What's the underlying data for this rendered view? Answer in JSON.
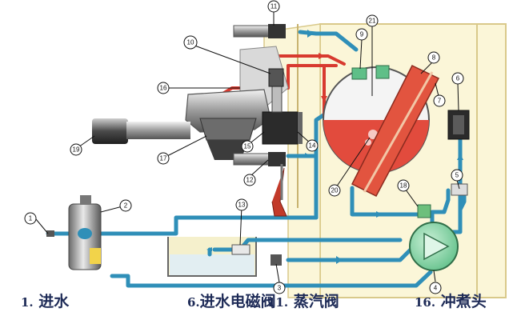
{
  "callouts": [
    "1",
    "2",
    "3",
    "4",
    "5",
    "6",
    "7",
    "8",
    "9",
    "10",
    "11",
    "12",
    "13",
    "14",
    "15",
    "16",
    "17",
    "18",
    "19",
    "20",
    "21"
  ],
  "captions": [
    {
      "num": "1.",
      "text": "进水"
    },
    {
      "num": "6.",
      "text": "进水电磁阀"
    },
    {
      "num": "11.",
      "text": "蒸汽阀"
    },
    {
      "num": "16.",
      "text": "冲煮头"
    }
  ],
  "colors": {
    "water_pipe": "#2f8fb8",
    "steam_pipe": "#d83a2f",
    "boiler_water": "#e24b3d",
    "panel": "#fbf6d8",
    "panel_border": "#d9c98a",
    "pump": "#8fd6a8",
    "caption": "#1e2b57"
  }
}
